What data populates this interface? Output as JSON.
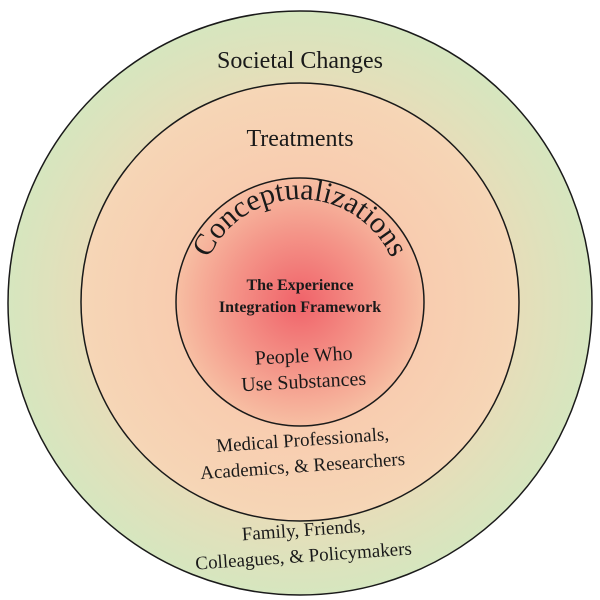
{
  "diagram": {
    "title_ring_labels": {
      "outer": "Societal Changes",
      "middle": "Treatments",
      "inner": "Conceptualizations"
    },
    "center": {
      "line1": "The Experience",
      "line2": "Integration Framework"
    },
    "inner_group": {
      "line1": "People Who",
      "line2": "Use Substances"
    },
    "middle_group": {
      "line1": "Medical Professionals,",
      "line2": "Academics, & Researchers"
    },
    "outer_group": {
      "line1": "Family, Friends,",
      "line2": "Colleagues, & Policymakers"
    },
    "colors": {
      "outer_fill": "#d8e6c0",
      "middle_fill": "#f8cfb0",
      "inner_center": "#f06a6a",
      "inner_edge": "#f7c4a8",
      "stroke": "#1a1a1a"
    }
  }
}
